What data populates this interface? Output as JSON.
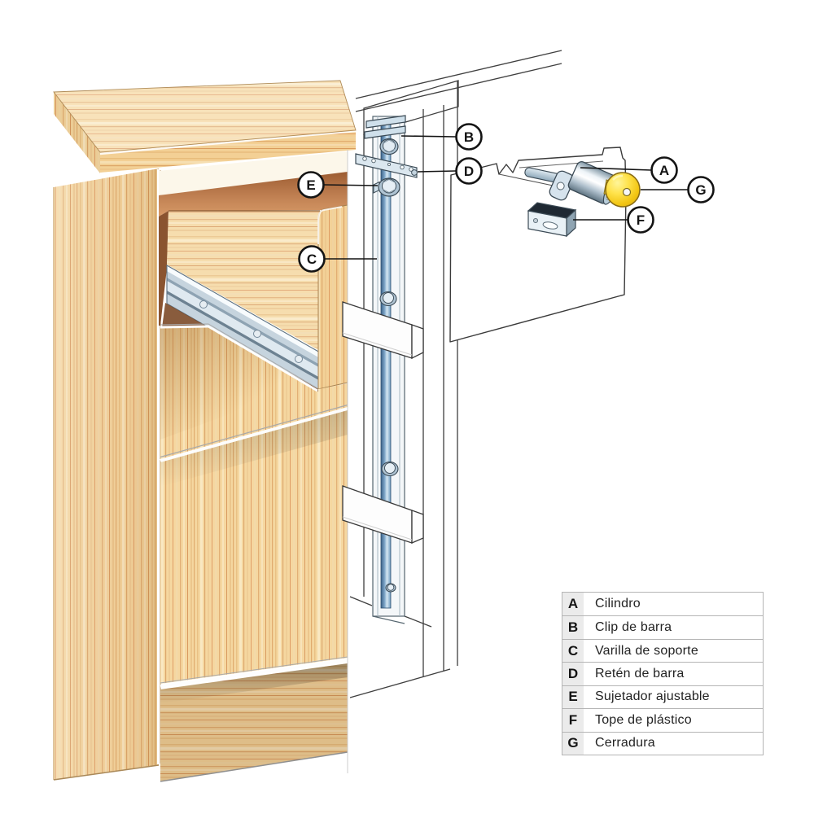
{
  "diagram": {
    "type": "technical-exploded-diagram",
    "subject": "file cabinet locking mechanism",
    "callouts": [
      {
        "letter": "A"
      },
      {
        "letter": "B"
      },
      {
        "letter": "C"
      },
      {
        "letter": "D"
      },
      {
        "letter": "E"
      },
      {
        "letter": "F"
      },
      {
        "letter": "G"
      }
    ],
    "legend": {
      "rows": [
        {
          "key": "A",
          "label": "Cilindro"
        },
        {
          "key": "B",
          "label": "Clip de barra"
        },
        {
          "key": "C",
          "label": "Varilla de soporte"
        },
        {
          "key": "D",
          "label": "Retén de barra"
        },
        {
          "key": "E",
          "label": "Sujetador ajustable"
        },
        {
          "key": "F",
          "label": "Tope de plástico"
        },
        {
          "key": "G",
          "label": "Cerradura"
        }
      ]
    },
    "colors": {
      "wood_base": "#f5d7a0",
      "wood_streak_dark": "#dca76c",
      "wood_streak_red": "#d98f58",
      "drawer_interior": "#b5723f",
      "metal_light": "#d6e3ed",
      "rod_blue": "#7ea7c9",
      "chrome_rail": "#c6d4de",
      "key_yellow": "#f2c513",
      "plastic_stop": "#e9f1f6",
      "sketch_line": "#3a3a3a",
      "callout_border": "#141414",
      "table_border": "#b5b5b5",
      "table_letter_bg": "#ebebeb"
    }
  }
}
